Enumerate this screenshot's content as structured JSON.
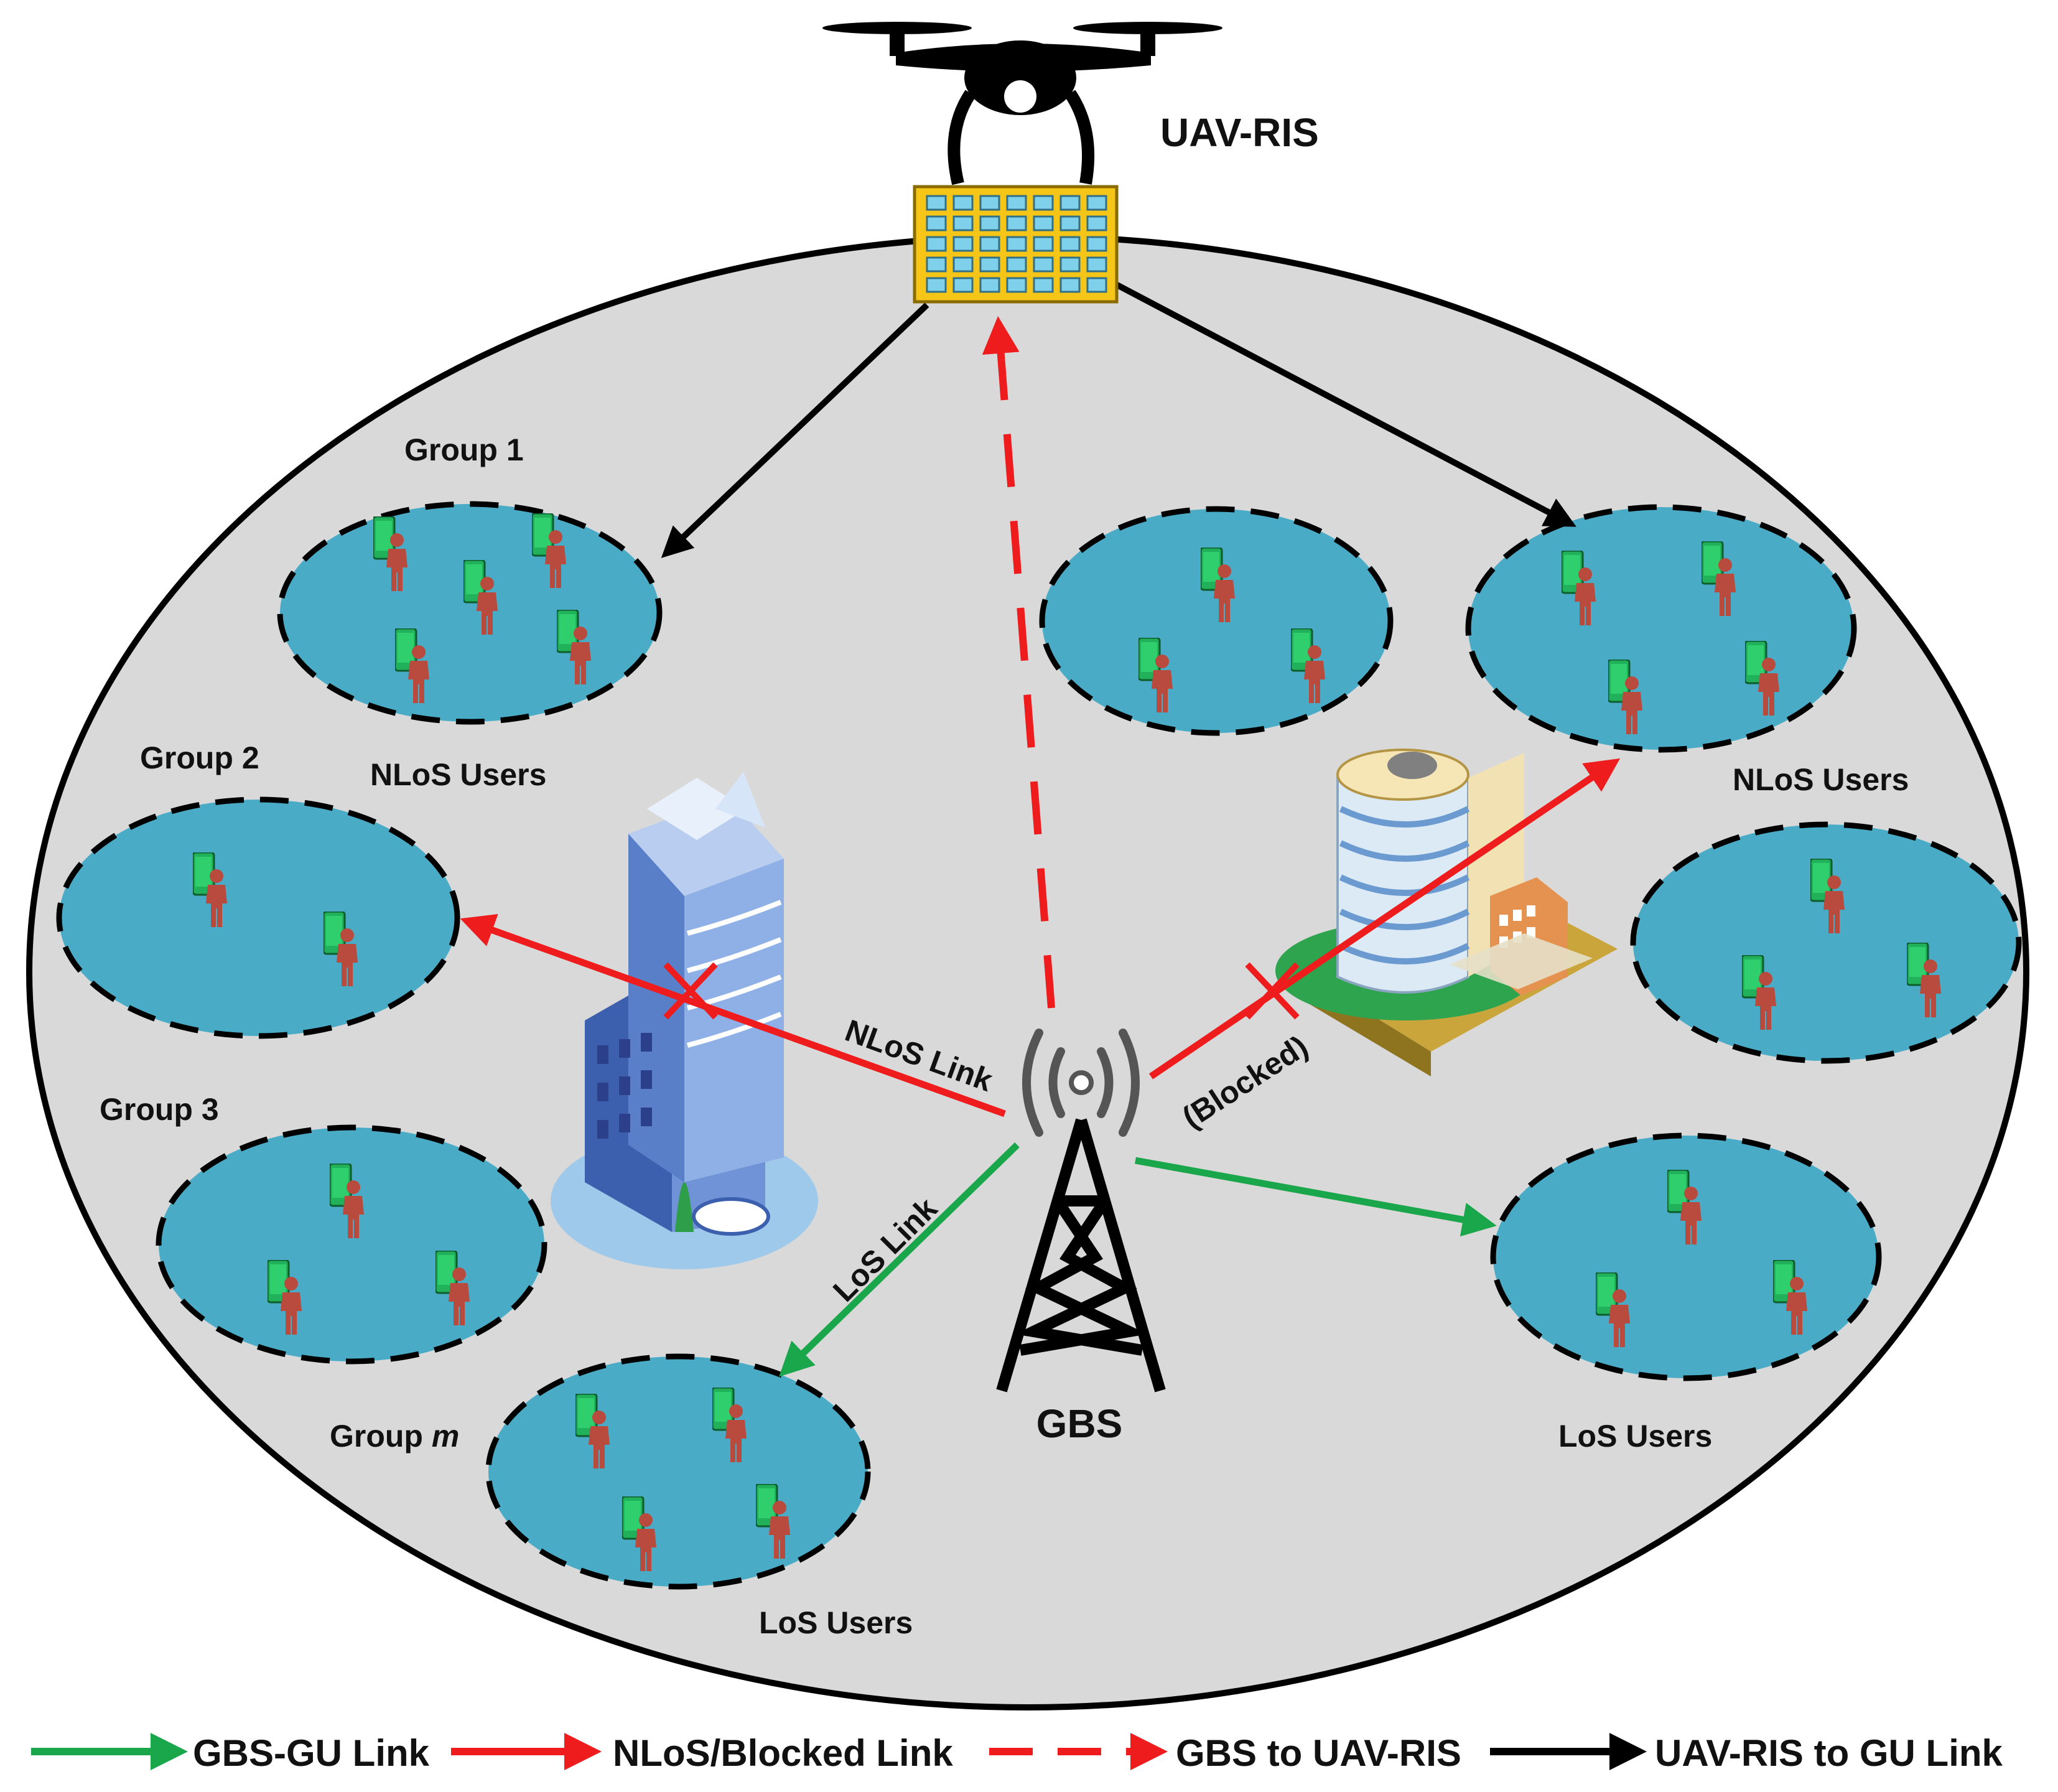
{
  "labels": {
    "uav": "UAV-RIS",
    "gbs": "GBS",
    "group1": "Group 1",
    "group2": "Group 2",
    "group3": "Group 3",
    "groupm_prefix": "Group ",
    "groupm_var": "m",
    "nlos_users_left": "NLoS Users",
    "nlos_users_right": "NLoS Users",
    "los_users_bottom": "LoS Users",
    "los_users_right": "LoS Users",
    "nlos_link": "NLoS Link",
    "los_link": "LoS Link",
    "blocked": "(Blocked)"
  },
  "legend": [
    {
      "label": "GBS-GU Link",
      "color": "#1aa64a",
      "style": "solid"
    },
    {
      "label": "NLoS/Blocked Link",
      "color": "#ee1c1c",
      "style": "solid"
    },
    {
      "label": "GBS to UAV-RIS",
      "color": "#ee1c1c",
      "style": "dashed"
    },
    {
      "label": "UAV-RIS to GU Link",
      "color": "#000000",
      "style": "solid"
    }
  ],
  "colors": {
    "cell": "#d9d9d9",
    "group_fill": "#4aabc6",
    "user": "#b84a3e",
    "phone": "#21b15a",
    "ris": "#f5c518",
    "ris_cell": "#7fd0ea",
    "los": "#1aa64a",
    "nlos": "#ee1c1c",
    "uav_link": "#000000"
  }
}
